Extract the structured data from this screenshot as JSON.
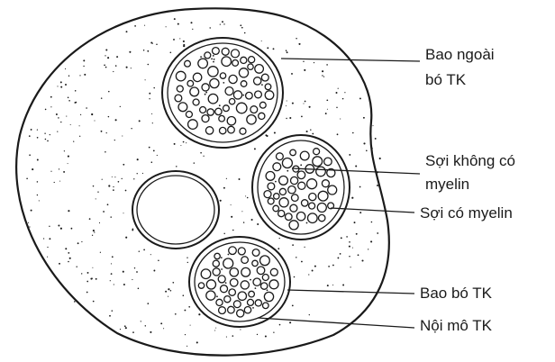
{
  "labels": {
    "outer_sheath_line1": "Bao ngoài",
    "outer_sheath_line2": "bó TK",
    "unmyelinated_line1": "Sợi không có",
    "unmyelinated_line2": "myelin",
    "myelinated": "Sợi có myelin",
    "perineurium": "Bao bó TK",
    "endoneurium": "Nội mô TK"
  },
  "colors": {
    "ink": "#1a1a1a",
    "background": "#ffffff"
  }
}
